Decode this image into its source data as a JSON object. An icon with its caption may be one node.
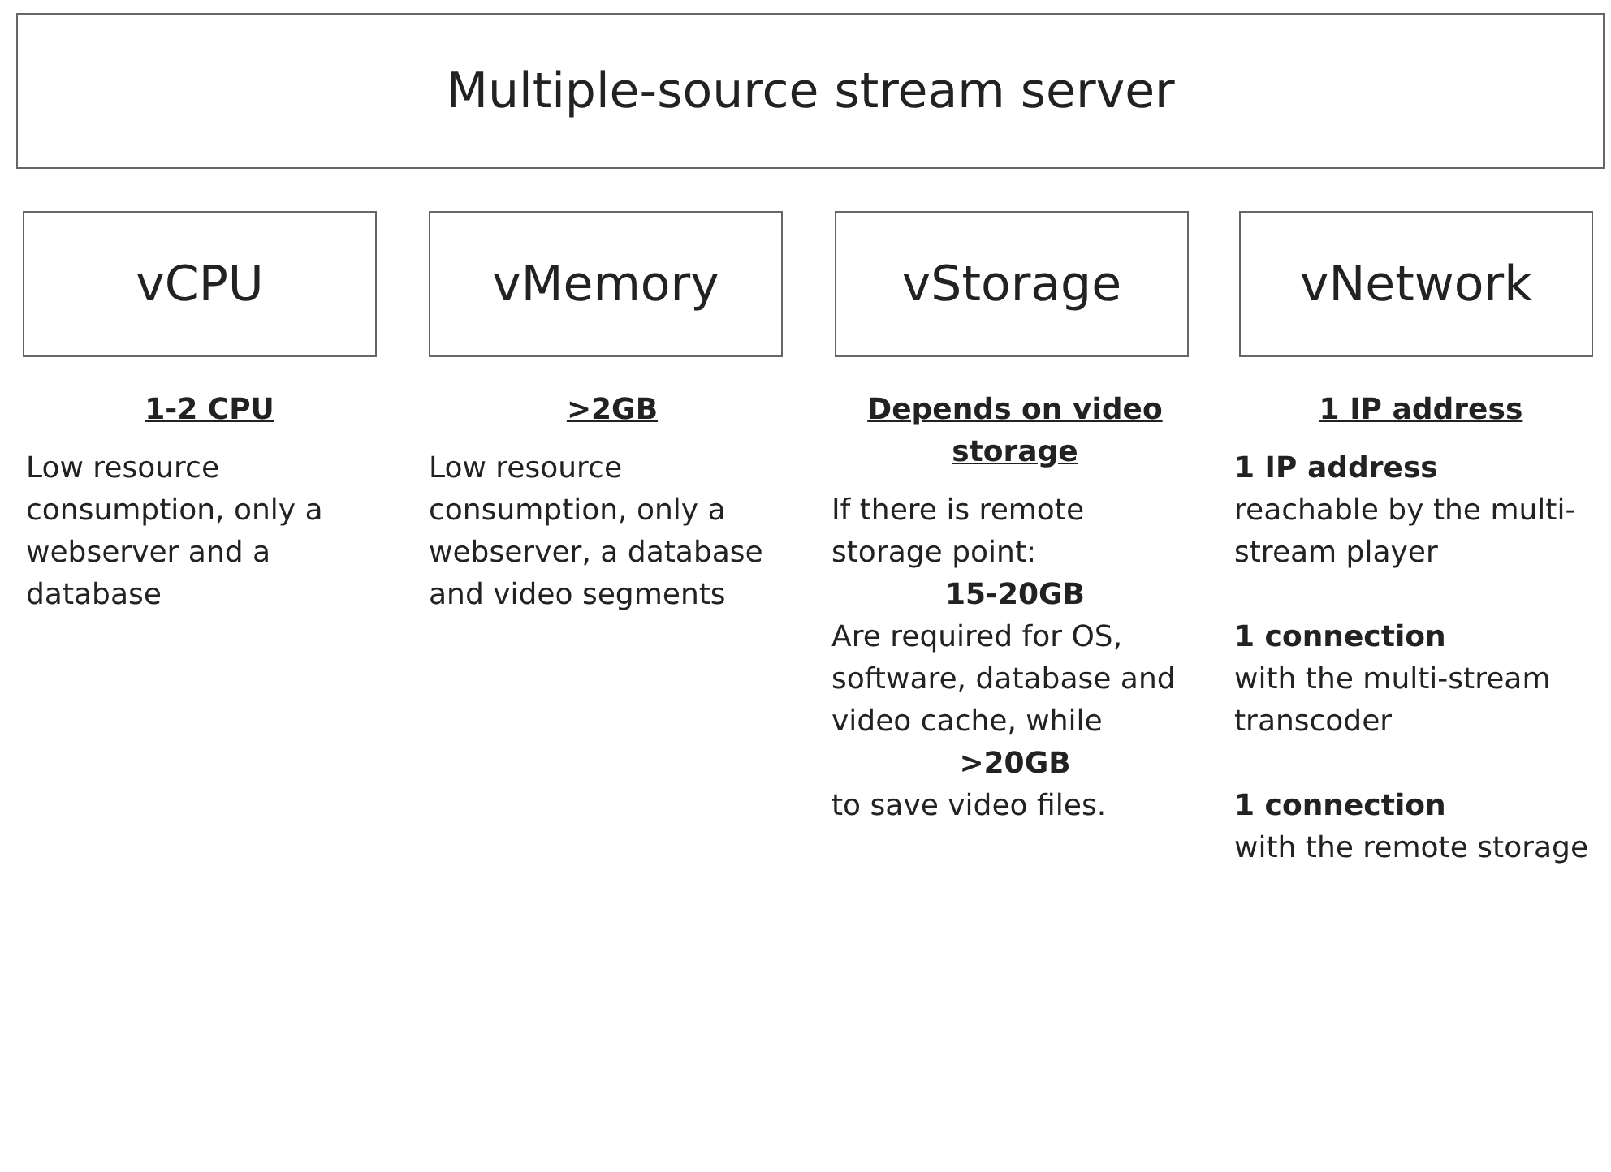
{
  "diagram": {
    "nodes": [
      {
        "text": [
          "Multiple-source stream server"
        ]
      },
      {
        "text": [
          "vCPU"
        ],
        "beside": [
          "1-2 CPU",
          "Low resource consumption, only a webserver and a database"
        ]
      },
      {
        "text": [
          "vMemory"
        ],
        "beside": [
          ">2GB",
          "Low resource consumption, only a webserver, a database and video segments"
        ]
      },
      {
        "text": [
          "vStorage"
        ],
        "beside": [
          "Depends on video storage",
          "If there is remote storage point:",
          "15-20GB",
          "Are required for OS, software, database and video cache, while",
          ">20GB",
          "to save video files."
        ]
      },
      {
        "text": [
          "vNetwork"
        ],
        "beside": [
          "1 IP address",
          "1 IP address",
          "reachable by the multi-stream player",
          "1 connection",
          "with the multi-stream transcoder",
          "1 connection",
          "with the remote storage"
        ]
      }
    ],
    "edges": []
  }
}
